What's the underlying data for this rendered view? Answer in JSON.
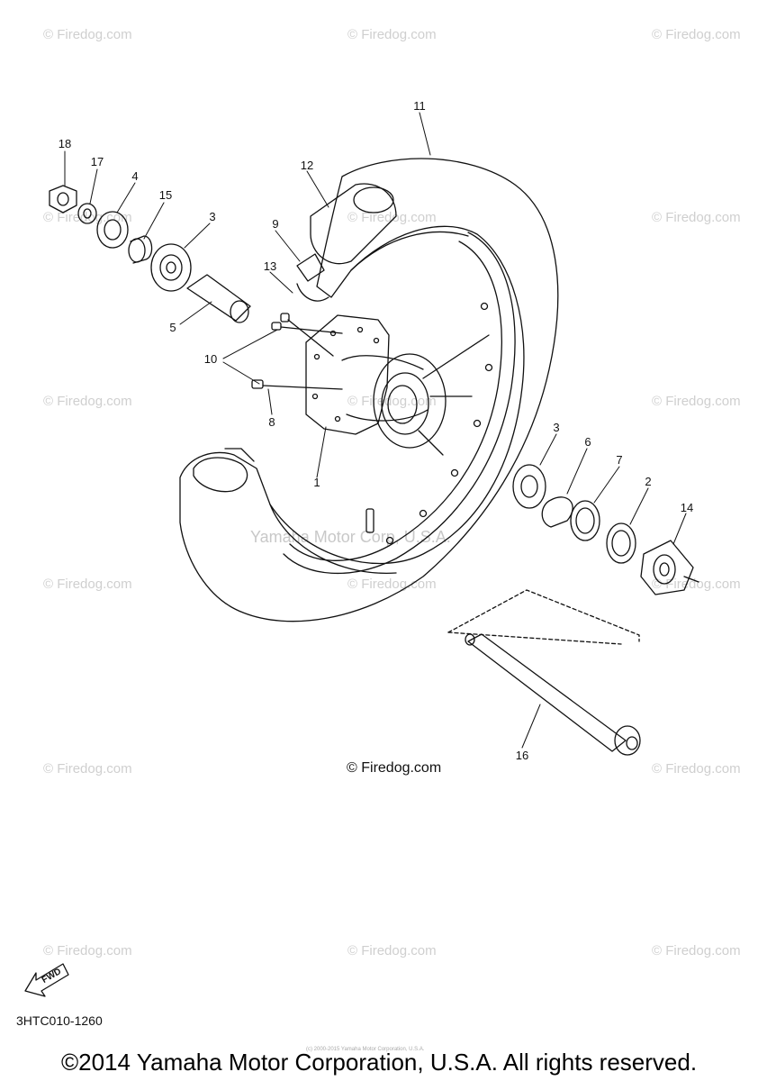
{
  "watermark": "© Firedog.com",
  "center_watermark": "Yamaha Motor Corp, U.S.A.",
  "main_credit": "© Firedog.com",
  "part_code": "3HTC010-1260",
  "fwd_label": "FWD",
  "fine_print": "(c) 2000-2015 Yamaha Motor Corporation, U.S.A.",
  "copyright": "©2014 Yamaha Motor Corporation, U.S.A. All rights reserved.",
  "callouts": {
    "c1": "1",
    "c2": "2",
    "c3a": "3",
    "c3b": "3",
    "c4": "4",
    "c5": "5",
    "c6": "6",
    "c7": "7",
    "c8": "8",
    "c9": "9",
    "c10": "10",
    "c11": "11",
    "c12": "12",
    "c13": "13",
    "c14": "14",
    "c15": "15",
    "c16": "16",
    "c17": "17",
    "c18": "18"
  }
}
